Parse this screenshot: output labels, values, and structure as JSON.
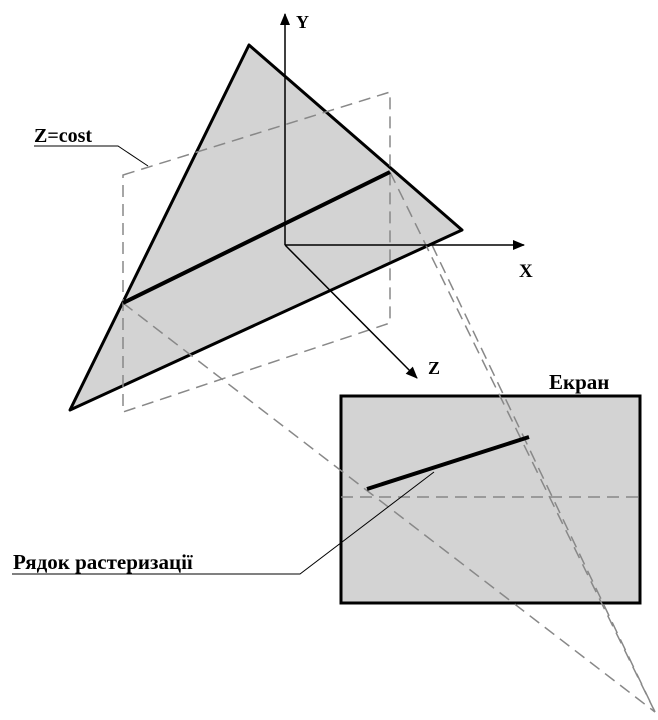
{
  "labels": {
    "axis_y": "Y",
    "axis_x": "X",
    "axis_z": "Z",
    "plane": "Z=cost",
    "screen": "Екран",
    "scanline": "Рядок растеризації"
  },
  "colors": {
    "fill": "#d3d3d3",
    "stroke": "#000000",
    "dash": "#808080",
    "background": "#ffffff"
  }
}
